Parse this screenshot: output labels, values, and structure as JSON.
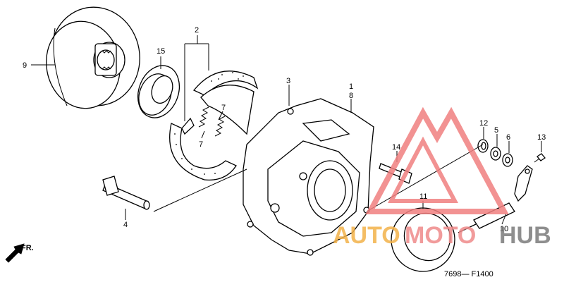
{
  "diagram": {
    "callouts": {
      "c9": "9",
      "c15": "15",
      "c2": "2",
      "c7a": "7",
      "c7b": "7",
      "c3": "3",
      "c1": "1",
      "c8": "8",
      "c12": "12",
      "c5": "5",
      "c6": "6",
      "c13": "13",
      "c14": "14",
      "c4": "4",
      "c11": "11",
      "c10": "10"
    },
    "direction_label": "FR.",
    "figure_code": "7698— F1400"
  },
  "watermark": {
    "word_orange": "AUTO",
    "word_red": "MOTO",
    "word_gray": "HUB",
    "colors": {
      "orange": "#f3b24a",
      "red": "#ef8a8a",
      "gray": "#7b7b7b",
      "triangle": "#f07f7f"
    }
  }
}
